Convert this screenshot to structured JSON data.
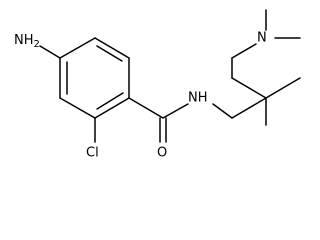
{
  "molecule": {
    "atom_labels": {
      "amine": "NH2",
      "amine_main": "H",
      "amine_sub": "2",
      "amine_n": "N",
      "chloro": "Cl",
      "carbonyl_oxygen": "O",
      "amide_nh": "NH",
      "dimethylamino_n": "N"
    }
  }
}
